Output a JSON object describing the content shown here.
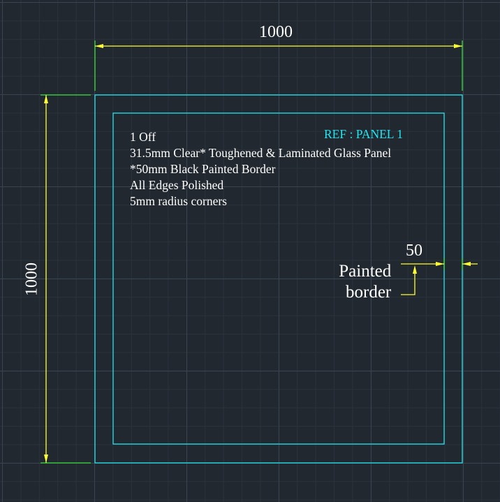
{
  "dimensions": {
    "width_label": "1000",
    "height_label": "1000",
    "border_label": "50"
  },
  "reference": "REF : PANEL 1",
  "notes": [
    "1 Off",
    "31.5mm Clear* Toughened & Laminated Glass Panel",
    "*50mm Black Painted Border",
    "All Edges Polished",
    "5mm radius corners"
  ],
  "callout": {
    "line1": "Painted",
    "line2": "border"
  },
  "colors": {
    "background": "#212830",
    "panel_outline": "#22e3f0",
    "dimension_line": "#ffff33",
    "extension_line": "#33dd33",
    "text": "#ffffff"
  }
}
